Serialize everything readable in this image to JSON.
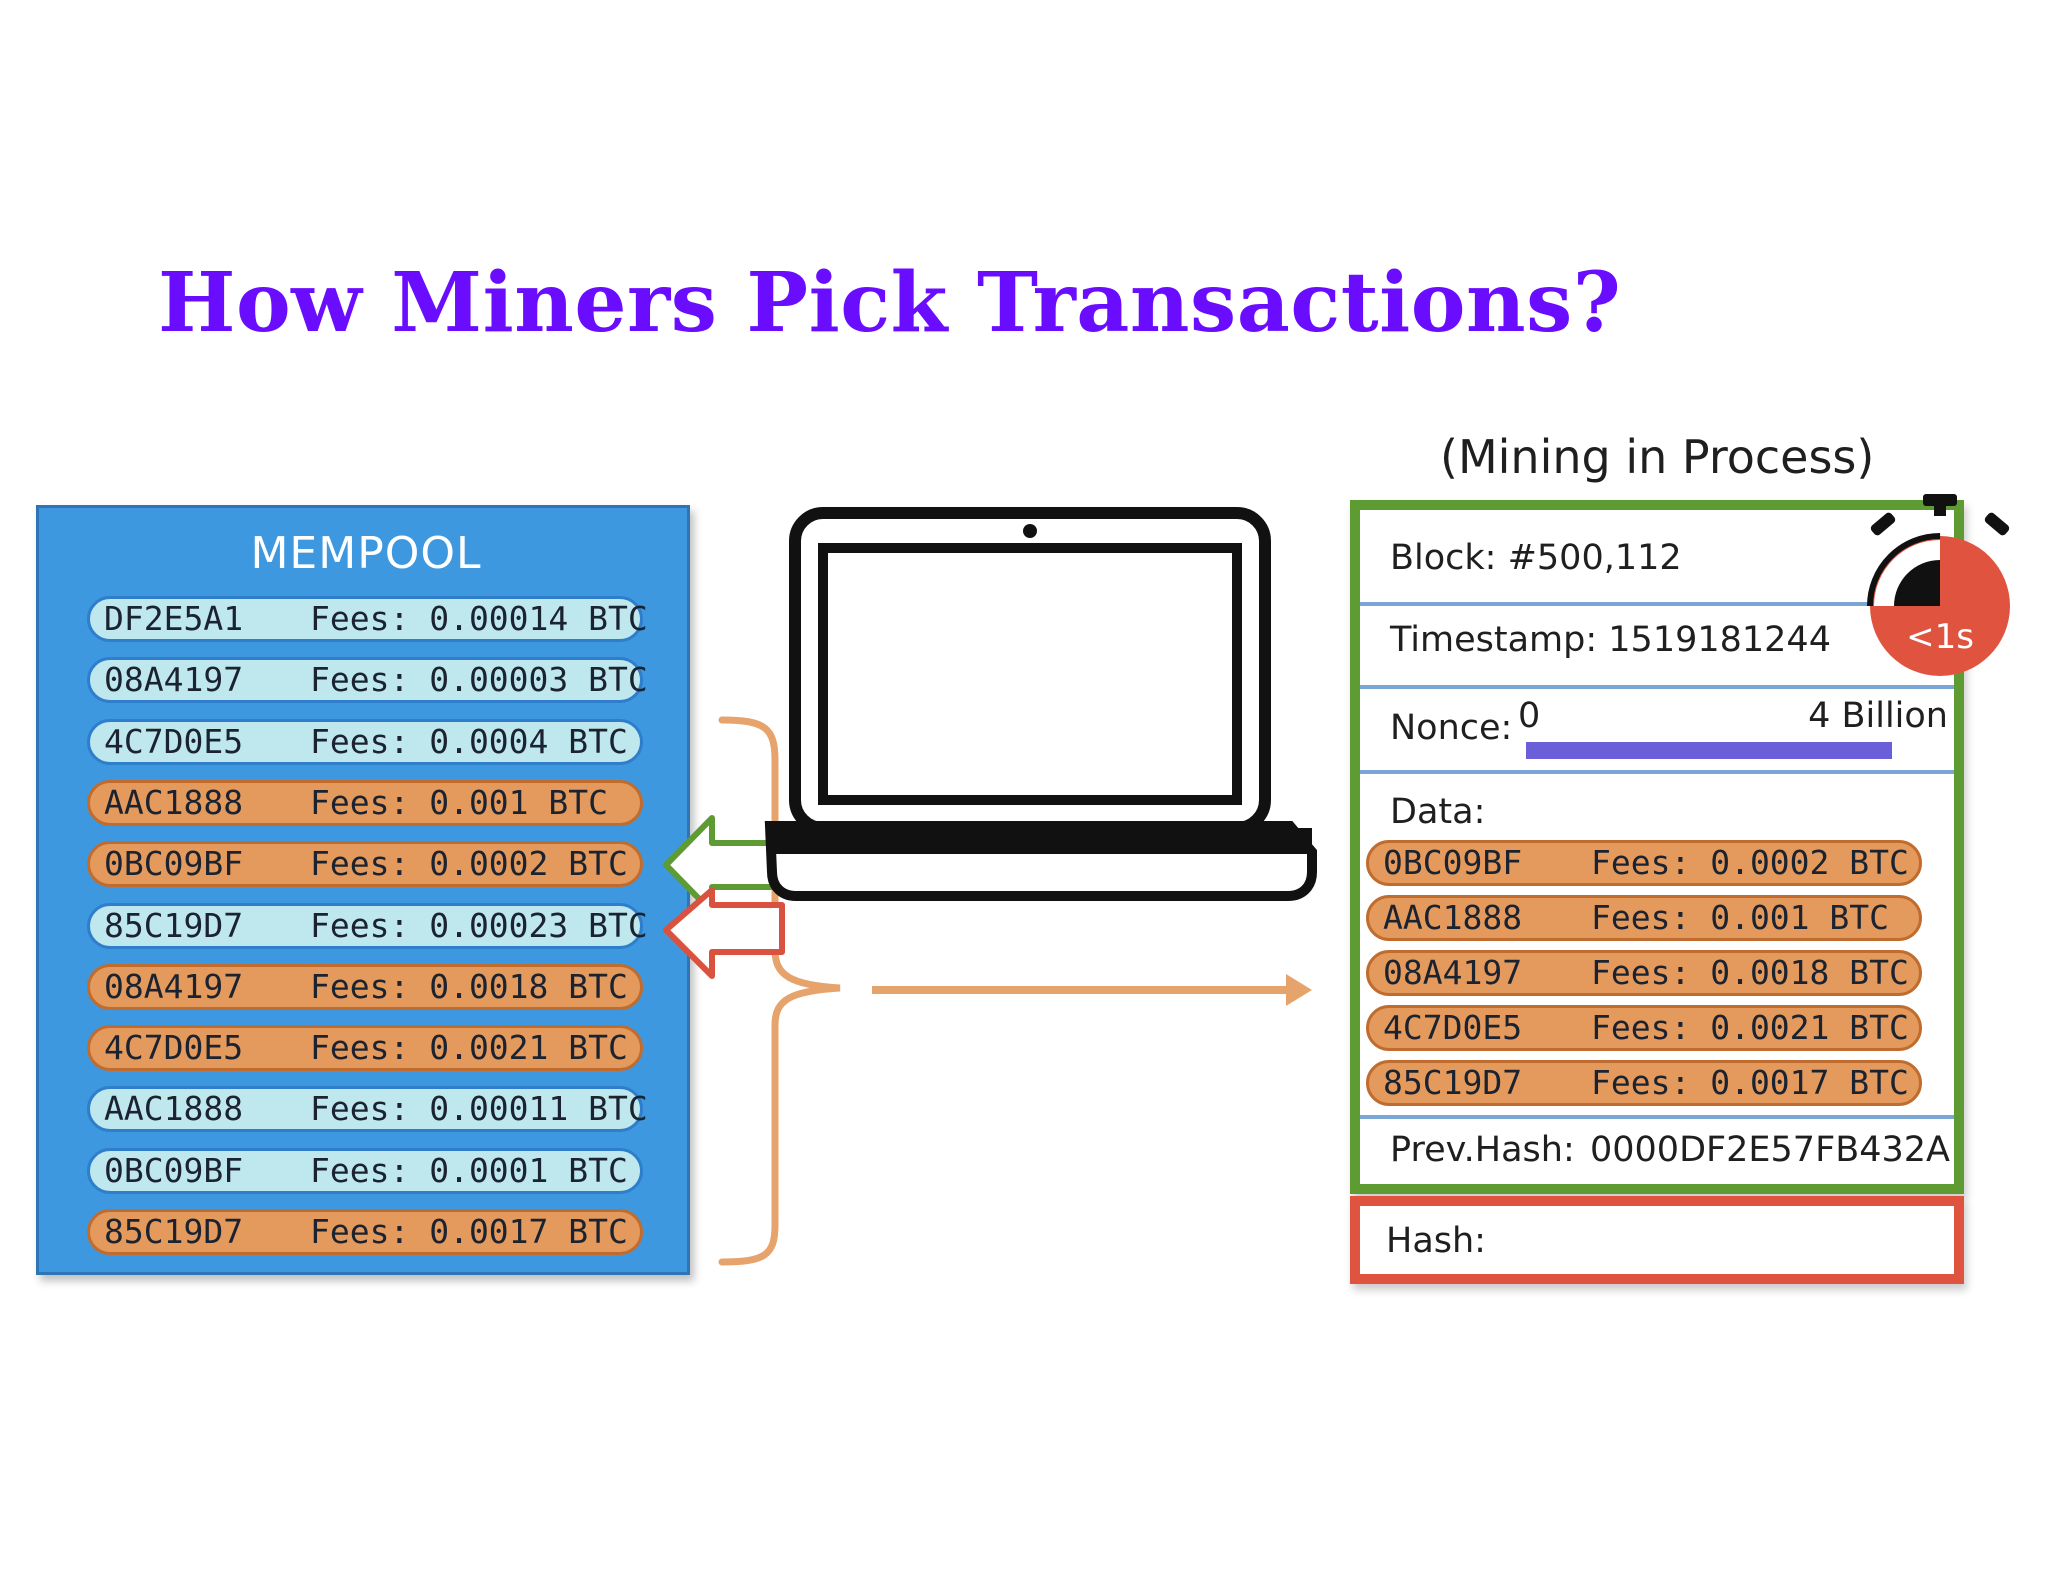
{
  "title": "How Miners Pick Transactions?",
  "mempool": {
    "title": "MEMPOOL",
    "transactions": [
      {
        "id": "DF2E5A1",
        "fee": "Fees: 0.00014 BTC",
        "color": "blue"
      },
      {
        "id": "08A4197",
        "fee": "Fees: 0.00003 BTC",
        "color": "blue"
      },
      {
        "id": "4C7D0E5",
        "fee": "Fees: 0.0004 BTC",
        "color": "blue"
      },
      {
        "id": "AAC1888",
        "fee": "Fees: 0.001 BTC",
        "color": "orange"
      },
      {
        "id": "0BC09BF",
        "fee": "Fees: 0.0002 BTC",
        "color": "orange"
      },
      {
        "id": "85C19D7",
        "fee": "Fees: 0.00023 BTC",
        "color": "blue"
      },
      {
        "id": "08A4197",
        "fee": "Fees: 0.0018 BTC",
        "color": "orange"
      },
      {
        "id": "4C7D0E5",
        "fee": "Fees: 0.0021 BTC",
        "color": "orange"
      },
      {
        "id": "AAC1888",
        "fee": "Fees: 0.00011 BTC",
        "color": "blue"
      },
      {
        "id": "0BC09BF",
        "fee": "Fees: 0.0001 BTC",
        "color": "blue"
      },
      {
        "id": "85C19D7",
        "fee": "Fees: 0.0017 BTC",
        "color": "orange"
      }
    ]
  },
  "block": {
    "status_label": "(Mining in Process)",
    "block_number": "Block: #500,112",
    "timestamp": "Timestamp: 1519181244",
    "nonce_label": "Nonce:",
    "nonce_min": "0",
    "nonce_max": "4 Billion",
    "data_label": "Data:",
    "data_transactions": [
      {
        "id": "0BC09BF",
        "fee": "Fees: 0.0002 BTC"
      },
      {
        "id": "AAC1888",
        "fee": "Fees: 0.001 BTC"
      },
      {
        "id": "08A4197",
        "fee": "Fees: 0.0018 BTC"
      },
      {
        "id": "4C7D0E5",
        "fee": "Fees: 0.0021 BTC"
      },
      {
        "id": "85C19D7",
        "fee": "Fees: 0.0017 BTC"
      }
    ],
    "prev_hash_label": "Prev.Hash:",
    "prev_hash_value": "0000DF2E57FB432A",
    "hash_label": "Hash:",
    "timer_text": "<1s"
  },
  "colors": {
    "title": "#6a0dff",
    "mempool_bg": "#3d98e0",
    "tx_blue": "#bfe8ee",
    "tx_orange": "#e39a5c",
    "block_border": "#5e9b33",
    "hash_border": "#e0533f",
    "nonce_bar": "#6a5fd8",
    "bracket": "#e6a36b",
    "timer_red": "#e0533f"
  },
  "icons": [
    "laptop-icon",
    "stopwatch-icon",
    "arrow-accept-icon",
    "arrow-reject-icon",
    "arrow-right-icon"
  ]
}
